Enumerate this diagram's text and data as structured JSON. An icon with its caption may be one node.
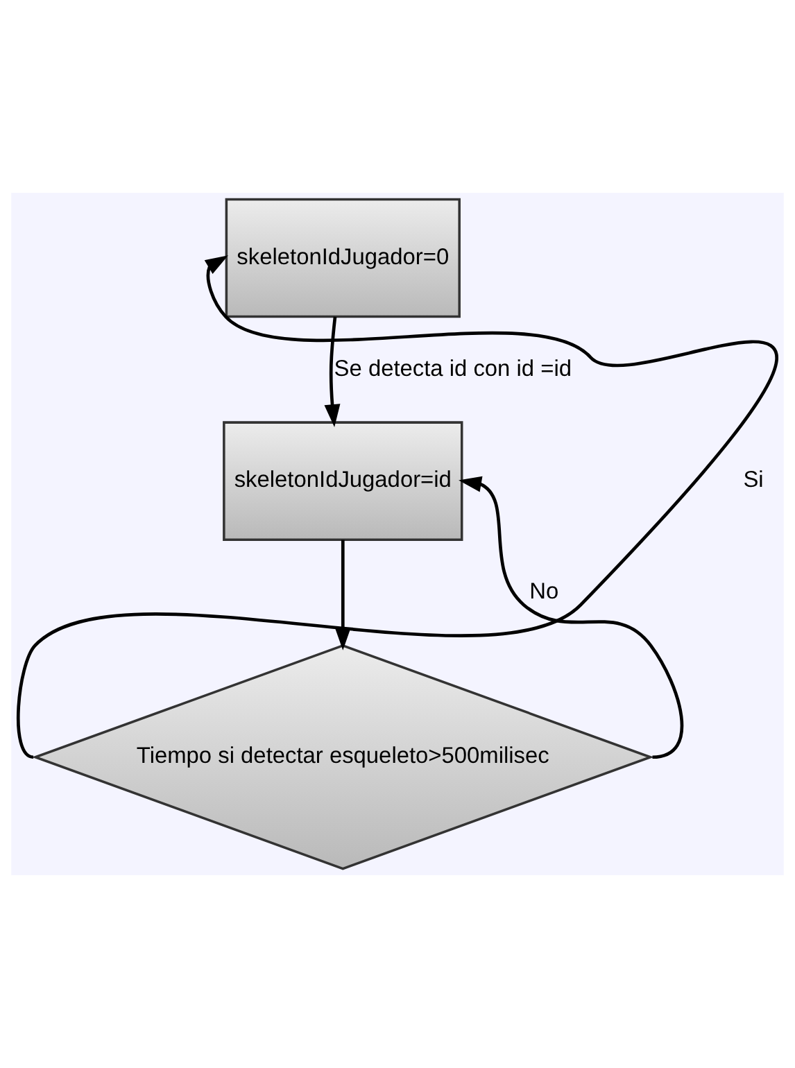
{
  "diagram": {
    "nodes": [
      {
        "text": [
          "skeletonIdJugador=0"
        ]
      },
      {
        "text": [
          "skeletonIdJugador=id"
        ]
      },
      {
        "text": [
          "Tiempo si detectar esqueleto>500milisec"
        ]
      }
    ],
    "edges": [
      {
        "from": 0,
        "to": 1,
        "arrow": "to",
        "label": "Se detecta id con id =id"
      },
      {
        "from": 1,
        "to": 2,
        "arrow": "to"
      },
      {
        "from": 2,
        "to": 0,
        "arrow": "to",
        "label": "Si"
      },
      {
        "from": 2,
        "to": 1,
        "arrow": "to",
        "label": "No"
      }
    ]
  }
}
